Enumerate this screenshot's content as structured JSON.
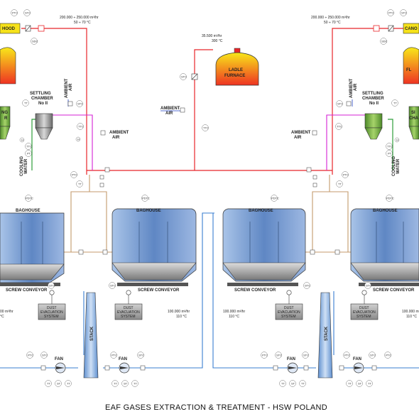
{
  "title": "EAF GASES EXTRACTION & TREATMENT - HSW POLAND",
  "labels": {
    "hood": "HOOD",
    "canopy": "CANO",
    "flow_top": "200.000 ÷ 250.000 m³/hr",
    "temp_top": "50 ÷ 70 °C",
    "ladle_flow": "35.500 m³/hr",
    "ladle_temp": "300 °C",
    "ladle_1": "LADLE",
    "ladle_2": "FURNACE",
    "settling_1": "SETTLING",
    "settling_2": "CHAMBER",
    "settling_3": "No II",
    "settling_left_frag_1": "NG",
    "settling_left_frag_2": "R",
    "settling_right_frag_1": "SI",
    "settling_right_frag_2": "CHA",
    "ambient": "AMBIENT",
    "air": "AIR",
    "cooling": "COOLING",
    "water": "WATER",
    "fl": "FL",
    "baghouse": "BAGHOUSE",
    "screw": "SCREW CONVEYOR",
    "dust_1": "DUST",
    "dust_2": "EVACUATION",
    "dust_3": "SYSTEM",
    "flow_bag": "100.000 m³/hr",
    "temp_bag": "110 °C",
    "flow_frag": "00 m³/hr",
    "temp_frag": "°C",
    "stack": "STACK",
    "fan": "FAN"
  },
  "instruments": {
    "ptc": "PTC",
    "stc": "STC",
    "sdc": "SDC",
    "ttc": "TTC",
    "tt": "TT",
    "pt": "PT",
    "sec": "SEC",
    "pdtc": "PDTC",
    "h": "H",
    "st": "ST",
    "m": "M"
  },
  "colors": {
    "hot_gas": "#e8262a",
    "ambient": "#d61fd6",
    "return": "#c49a6c",
    "clean": "#3a7fd0",
    "cooling": "#2e9e3a",
    "vessel_blue": "#7fa6d8",
    "hood_yellow": "#f6e21a",
    "furnace_red": "#ee3322"
  }
}
